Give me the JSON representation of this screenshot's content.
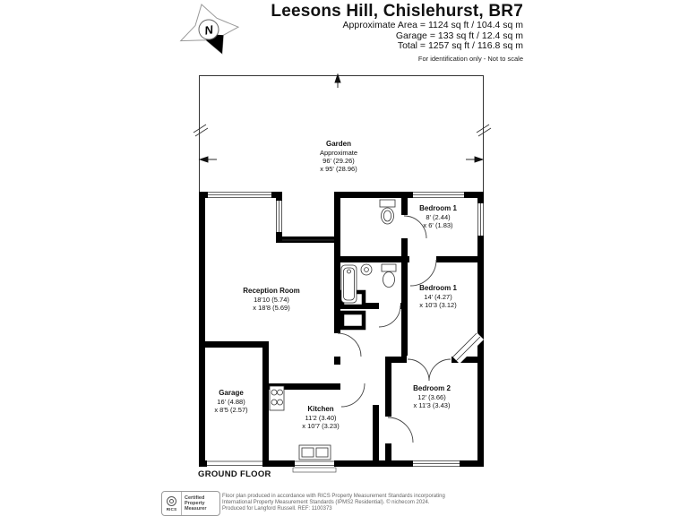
{
  "header": {
    "title": "Leesons Hill, Chislehurst, BR7",
    "area_lines": [
      "Approximate Area = 1124 sq ft / 104.4 sq m",
      "Garage = 133 sq ft / 12.4 sq m",
      "Total = 1257 sq ft / 116.8 sq m"
    ],
    "note": "For identification only - Not to scale"
  },
  "compass": {
    "label": "N"
  },
  "garden": {
    "name": "Garden",
    "sub": "Approximate",
    "dim1": "96' (29.26)",
    "dim2": "x 95' (28.96)"
  },
  "rooms": [
    {
      "id": "reception",
      "name": "Reception Room",
      "dim1": "18'10 (5.74)",
      "dim2": "x 18'8 (5.69)"
    },
    {
      "id": "bedroom1-small",
      "name": "Bedroom 1",
      "dim1": "8' (2.44)",
      "dim2": "x 6' (1.83)"
    },
    {
      "id": "bedroom1",
      "name": "Bedroom 1",
      "dim1": "14' (4.27)",
      "dim2": "x 10'3 (3.12)"
    },
    {
      "id": "bedroom2",
      "name": "Bedroom 2",
      "dim1": "12' (3.66)",
      "dim2": "x 11'3 (3.43)"
    },
    {
      "id": "kitchen",
      "name": "Kitchen",
      "dim1": "11'2 (3.40)",
      "dim2": "x 10'7 (3.23)"
    },
    {
      "id": "garage",
      "name": "Garage",
      "dim1": "16' (4.88)",
      "dim2": "x 8'5 (2.57)"
    }
  ],
  "floor_label": "GROUND FLOOR",
  "footer": {
    "badge_org": "RICS",
    "badge_text": "Certified Property Measurer",
    "line1": "Floor plan produced in accordance with RICS Property Measurement Standards incorporating",
    "line2": "International Property Measurement Standards (IPMS2 Residential).   © nichecom 2024.",
    "line3": "Produced for Langford Russell.   REF: 1100373"
  },
  "colors": {
    "wall": "#000000",
    "thin_line": "#444444",
    "text": "#111111"
  }
}
